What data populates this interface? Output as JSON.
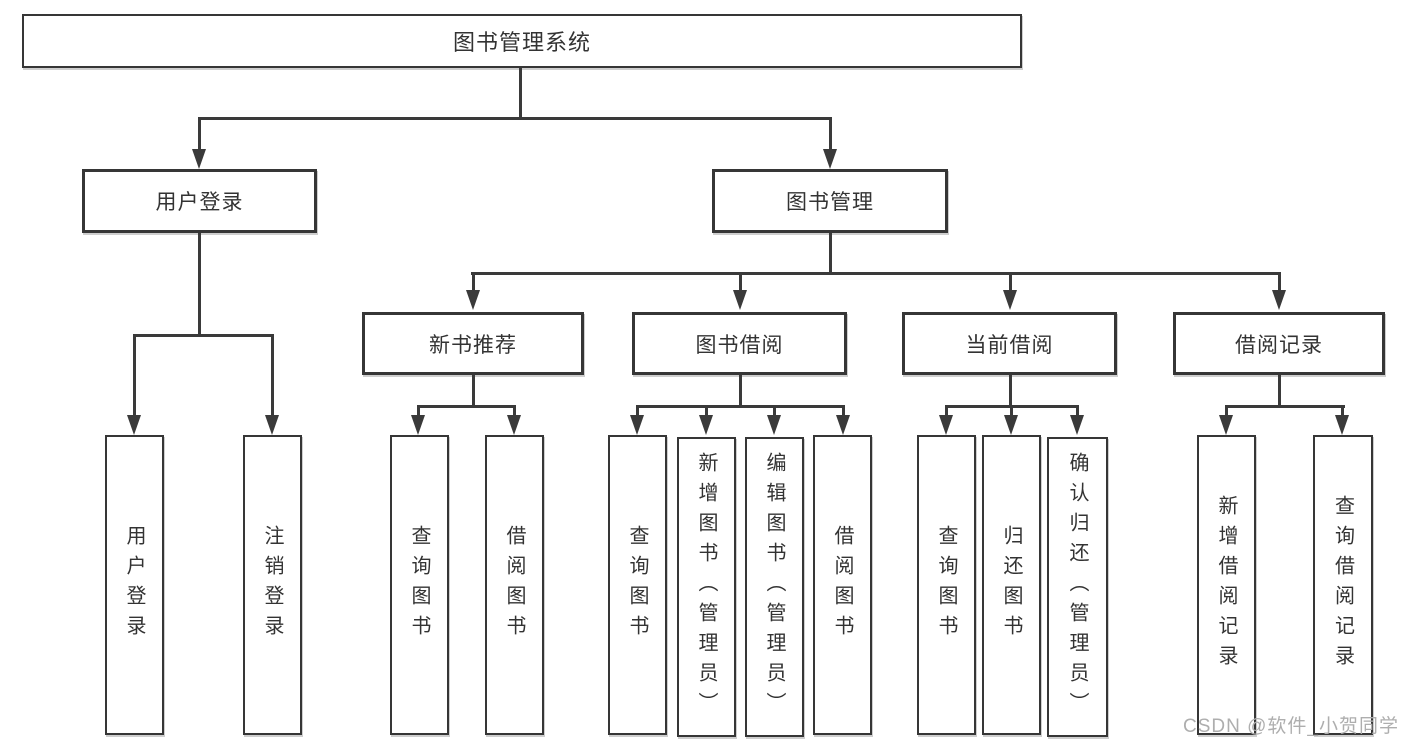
{
  "tree": {
    "root": "图书管理系统",
    "branches": [
      {
        "label": "用户登录",
        "children": [
          "用户登录",
          "注销登录"
        ]
      },
      {
        "label": "图书管理"
      }
    ],
    "modules": [
      {
        "label": "新书推荐",
        "children": [
          "查询图书",
          "借阅图书"
        ]
      },
      {
        "label": "图书借阅",
        "children": [
          "查询图书",
          "新增图书（管理员）",
          "编辑图书（管理员）",
          "借阅图书"
        ]
      },
      {
        "label": "当前借阅",
        "children": [
          "查询图书",
          "归还图书",
          "确认归还（管理员）"
        ]
      },
      {
        "label": "借阅记录",
        "children": [
          "新增借阅记录",
          "查询借阅记录"
        ]
      }
    ]
  },
  "watermark": "CSDN @软件_小贺同学",
  "colors": {
    "line": "#3a3a3a",
    "text": "#333333",
    "watermark": "#aeaeae",
    "background": "#ffffff"
  }
}
